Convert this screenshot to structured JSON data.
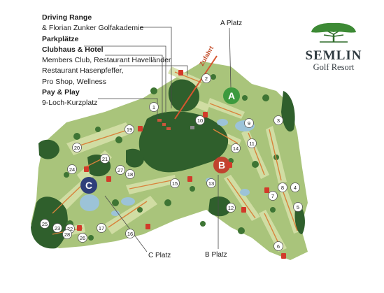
{
  "legend": {
    "items": [
      {
        "text": "Driving Range",
        "bold": true
      },
      {
        "text": "& Florian Zunker Golfakademie",
        "bold": false
      },
      {
        "text": "Parkplätze",
        "bold": true
      },
      {
        "text": "Clubhaus & Hotel",
        "bold": true
      },
      {
        "text": "Members Club, Restaurant Havelländer",
        "bold": false
      },
      {
        "text": "Restaurant Hasenpfeffer,",
        "bold": false
      },
      {
        "text": "Pro Shop, Wellness",
        "bold": false
      },
      {
        "text": "Pay & Play",
        "bold": true
      },
      {
        "text": "9-Loch-Kurzplatz",
        "bold": false
      }
    ]
  },
  "logo": {
    "brand": "SEMLIN",
    "subtitle": "Golf Resort",
    "icon": "tree-icon"
  },
  "road_label": "Zufahrt",
  "courses": {
    "A": {
      "letter": "A",
      "caption": "A Platz",
      "color": "#3c9a3e"
    },
    "B": {
      "letter": "B",
      "caption": "B Platz",
      "color": "#c0432f"
    },
    "C": {
      "letter": "C",
      "caption": "C Platz",
      "color": "#2f3f7a"
    }
  },
  "holes": [
    "1",
    "2",
    "3",
    "4",
    "5",
    "6",
    "7",
    "8",
    "9",
    "10",
    "11",
    "12",
    "13",
    "14",
    "15",
    "16",
    "17",
    "18",
    "19",
    "20",
    "21",
    "22",
    "23",
    "24",
    "25",
    "26",
    "27",
    "28"
  ],
  "colors": {
    "fairway": "#c8d69a",
    "forest": "#2f5f2c",
    "water": "#9cc3d8",
    "marker": "#d23a2a"
  }
}
